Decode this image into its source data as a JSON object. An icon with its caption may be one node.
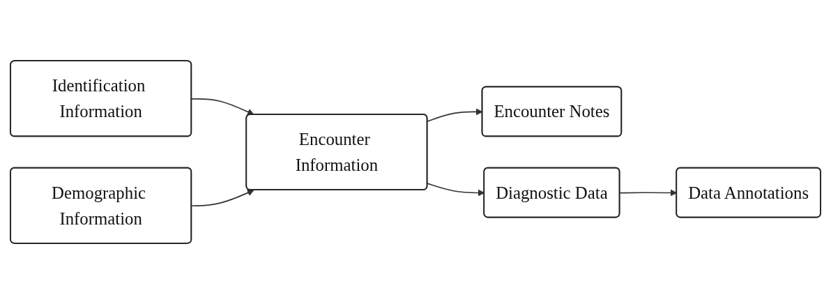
{
  "diagram": {
    "nodes": [
      {
        "text": [
          "Identification Information"
        ]
      },
      {
        "text": [
          "Demographic Information"
        ]
      },
      {
        "text": [
          "Encounter Information"
        ]
      },
      {
        "text": [
          "Encounter Notes"
        ]
      },
      {
        "text": [
          "Diagnostic Data"
        ]
      },
      {
        "text": [
          "Data Annotations"
        ]
      }
    ],
    "edges": [
      {
        "from": 0,
        "to": 2,
        "arrow": "to"
      },
      {
        "from": 1,
        "to": 2,
        "arrow": "to"
      },
      {
        "from": 2,
        "to": 3,
        "arrow": "to"
      },
      {
        "from": 2,
        "to": 4,
        "arrow": "to"
      },
      {
        "from": 4,
        "to": 5,
        "arrow": "to"
      }
    ]
  }
}
